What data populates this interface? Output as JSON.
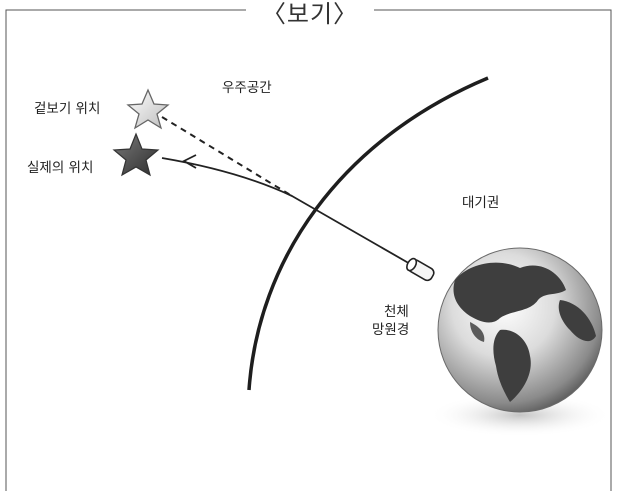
{
  "title": "〈보기〉",
  "labels": {
    "space": "우주공간",
    "apparent_position": "겉보기 위치",
    "actual_position": "실제의 위치",
    "atmosphere": "대기권",
    "telescope_line1": "천체",
    "telescope_line2": "망원경"
  },
  "colors": {
    "line": "#222222",
    "star_outline": "#666666",
    "star_dark": "#4a4a4a"
  },
  "icons": [
    "star-outline-icon",
    "star-dark-icon",
    "globe-icon",
    "telescope-icon"
  ]
}
